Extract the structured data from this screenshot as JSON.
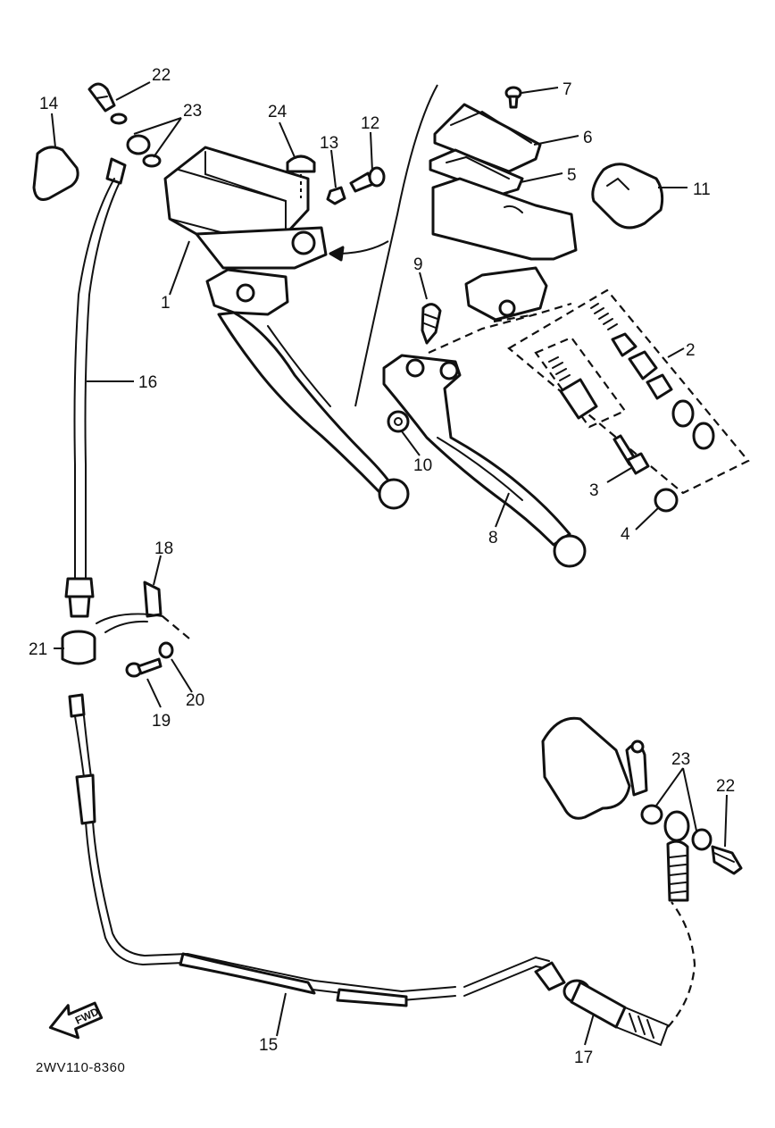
{
  "diagram": {
    "drawing_code": "2WV110-8360",
    "direction_label": "FWD",
    "callouts": {
      "c1": "1",
      "c2": "2",
      "c3": "3",
      "c4": "4",
      "c5": "5",
      "c6": "6",
      "c7": "7",
      "c8": "8",
      "c9": "9",
      "c10": "10",
      "c11": "11",
      "c12": "12",
      "c13": "13",
      "c14": "14",
      "c15": "15",
      "c16": "16",
      "c17": "17",
      "c18": "18",
      "c19": "19",
      "c20": "20",
      "c21": "21",
      "c22a": "22",
      "c22b": "22",
      "c23a": "23",
      "c23b": "23",
      "c24": "24"
    }
  }
}
